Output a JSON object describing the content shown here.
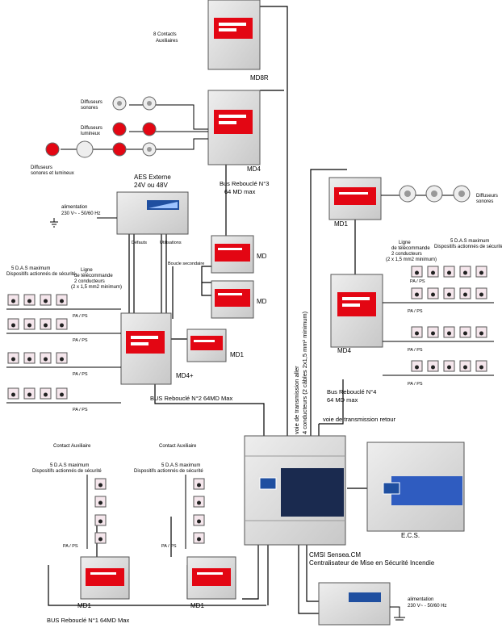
{
  "labels": {
    "contacts": [
      "8 Contacts",
      "Auxiliaires"
    ],
    "md8r": "MD8R",
    "md4_top": "MD4",
    "bus3": [
      "Bus Rebouclé N°3",
      "64 MD max"
    ],
    "diff_sonores": [
      "Diffuseurs",
      "sonores"
    ],
    "diff_lumineux": [
      "Diffuseurs",
      "lumineux"
    ],
    "diff_sl": [
      "Diffuseurs",
      "sonores et lumineux"
    ],
    "aes": [
      "AES Externe",
      "24V ou 48V"
    ],
    "alimentation": [
      "alimentation",
      "230 V~ - 50/60 Hz"
    ],
    "defauts": "Défauts",
    "utilisations": "Utilisations",
    "boucle": "Boucle secondaire",
    "md": "MD",
    "md1": "MD1",
    "md4plus": "MD4+",
    "das": [
      "5 D.A.S maximum",
      "Dispositifs actionnés de sécurité"
    ],
    "ligne": [
      "Ligne",
      "de télécommande",
      "2 conducteurs",
      "(2 x 1,5 mm2 minimum)"
    ],
    "papsh": "PA / PS",
    "bus2": "BUS Rebouclé N°2      64MD Max",
    "md4_right": "MD4",
    "bus4": [
      "Bus Rebouclé N°4",
      "64 MD max"
    ],
    "voie_aller": [
      "voie de transmission aller",
      "4 conducteurs (2 câbles 2x1,5 mm² minimum)"
    ],
    "voie_retour": "voie de transmission retour",
    "contact_aux": "Contact Auxiliaire",
    "cmsi": [
      "CMSI Sensea.CM",
      "Centralisateur de Mise en Sécurité Incendie"
    ],
    "ecs": "E.C.S.",
    "bus1": "BUS Rebouclé N°1     64MD Max",
    "alimentation2": [
      "alimentation",
      "230 V~ - 50/60 Hz"
    ]
  },
  "colors": {
    "red": "#e30613",
    "box": "#d9d9d9",
    "blue": "#1f4fa0",
    "line": "#000000"
  }
}
